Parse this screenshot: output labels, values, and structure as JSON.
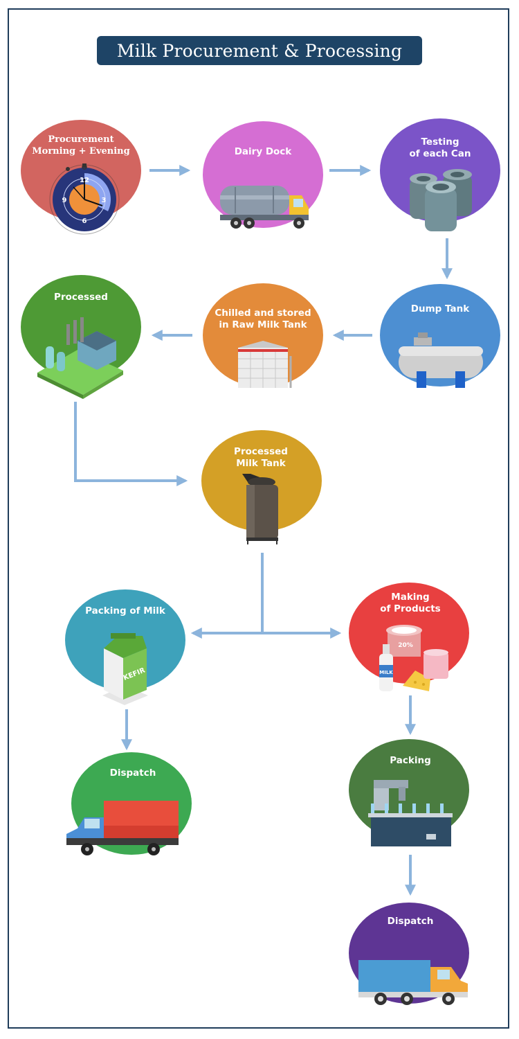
{
  "title": "Milk Procurement & Processing",
  "nodes": {
    "procurement": {
      "label": "Procurement\nMorning + Evening",
      "color": "#d26560",
      "clock": {
        "h12": "12",
        "h3": "3",
        "h6": "6",
        "h9": "9"
      }
    },
    "dairy_dock": {
      "label": "Dairy Dock",
      "color": "#d56ed3"
    },
    "testing": {
      "label": "Testing\nof each Can",
      "color": "#7b54c8"
    },
    "dump_tank": {
      "label": "Dump Tank",
      "color": "#4d8fd2"
    },
    "chilled": {
      "label": "Chilled and stored\nin Raw Milk Tank",
      "color": "#e38b3a"
    },
    "processed": {
      "label": "Processed",
      "color": "#4e9a35"
    },
    "processed_tank": {
      "label": "Processed\nMilk Tank",
      "color": "#d4a026"
    },
    "packing_milk": {
      "label": "Packing of Milk",
      "color": "#3ea2bb",
      "carton_text": "KEFIR"
    },
    "making_products": {
      "label": "Making\nof Products",
      "color": "#e84040",
      "milk_bottle_text": "MILK",
      "cup_text": "20%"
    },
    "dispatch_left": {
      "label": "Dispatch",
      "color": "#3da952"
    },
    "packing": {
      "label": "Packing",
      "color": "#4a7c40"
    },
    "dispatch_right": {
      "label": "Dispatch",
      "color": "#5e3594"
    }
  },
  "colors": {
    "arrow": "#8cb4dc",
    "frame": "#1f3c5a",
    "title_bg": "#1e4466"
  }
}
